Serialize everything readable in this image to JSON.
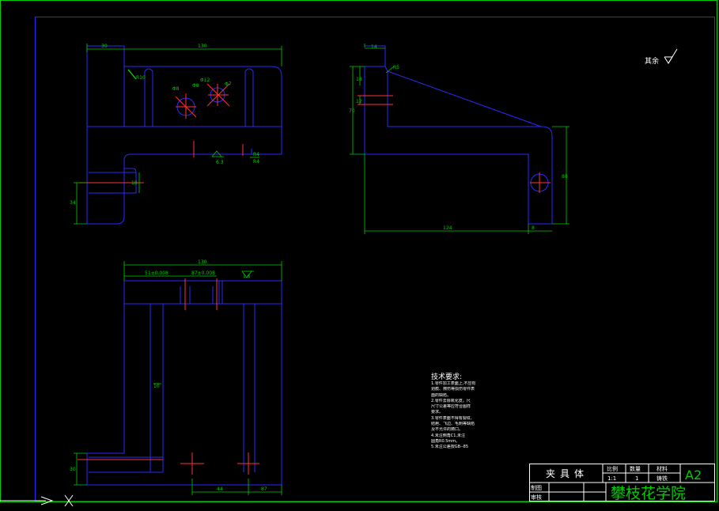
{
  "drawing": {
    "surface_finish_note": "其余",
    "technical_requirements": {
      "title": "技术要求:",
      "lines": [
        "1.零件加工表面上,不应有",
        "划痕、擦伤等损伤零件表",
        "面的缺陷。",
        "2.零件去除氧化皮。尺",
        "尺寸公差等应符合图样",
        "要求。",
        "3.零件表面不得有裂纹、",
        "结疤、飞边、毛刺等缺陷",
        "及不允许的铸口。",
        "4.未注倒角C1,未注",
        "圆角R0.5mm。",
        "5.未注公差按GB--85"
      ]
    },
    "dims": {
      "top_width": "130",
      "top_left": "30",
      "r_top": "R10",
      "d1": "Φ8",
      "d2": "Φ12",
      "d3": "Φ7",
      "d4": "Φ8",
      "roughness_top": "6.3",
      "small_r": "R4",
      "small_r2": "R4",
      "left_h": "10",
      "left_v": "34",
      "side_top": "14",
      "side_r": "R5",
      "side_v1": "18",
      "side_v2": "70",
      "side_v3": "12",
      "side_bottom": "124",
      "side_small": "8",
      "side_right": "80",
      "bot_width": "130",
      "bot_tol1": "51±0.008",
      "bot_tol2": "87±0.008",
      "bot_rough": "1.6",
      "bot_mid": "10",
      "bot_left": "30",
      "bot_dim1": "44",
      "bot_dim2": "87"
    },
    "title_block": {
      "part_name": "夹具体",
      "col_scale": "比例",
      "col_qty": "数量",
      "col_material": "材料",
      "sheet": "A2",
      "scale": "1:1",
      "qty": "1",
      "material": "铸铁",
      "row_draw": "制图",
      "row_check": "审核",
      "school": "攀枝花学院"
    }
  }
}
